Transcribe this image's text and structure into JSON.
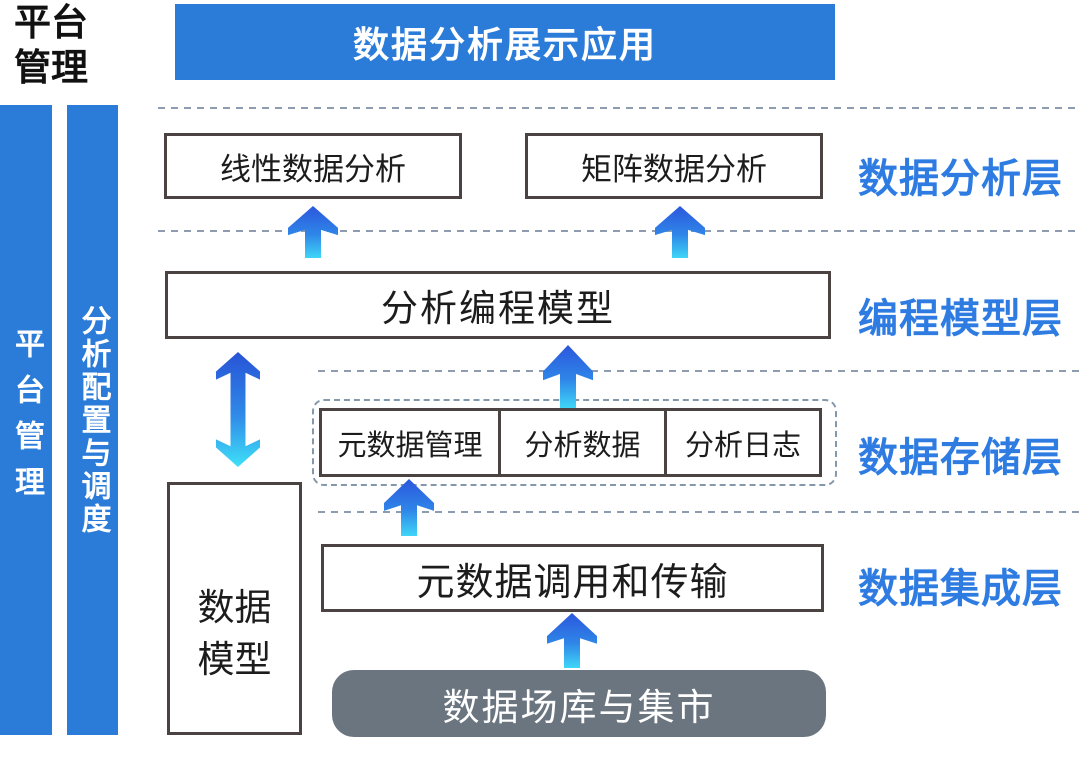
{
  "corner": {
    "line1": "平台",
    "line2": "管理"
  },
  "banner": {
    "label": "数据分析展示应用"
  },
  "sidebars": {
    "platform": "平台管理",
    "config": "分析配置与调度"
  },
  "layers": {
    "analysis": {
      "label": "数据分析层",
      "boxes": [
        "线性数据分析",
        "矩阵数据分析"
      ]
    },
    "programming": {
      "label": "编程模型层",
      "boxes": [
        "分析编程模型"
      ]
    },
    "storage": {
      "label": "数据存储层",
      "cells": [
        "元数据管理",
        "分析数据",
        "分析日志"
      ]
    },
    "integration": {
      "label": "数据集成层",
      "boxes": [
        "元数据调用和传输"
      ]
    }
  },
  "side_box": {
    "line1": "数据",
    "line2": "模型"
  },
  "source": {
    "label": "数据场库与集市"
  },
  "icons": {
    "up_arrow": "up-arrow-icon",
    "double_arrow": "double-vertical-arrow-icon"
  },
  "colors": {
    "primary_blue": "#2b7bd9",
    "label_blue": "#2e7ce2",
    "arrow_gradient_top": "#2b57dd",
    "arrow_gradient_bottom": "#3fd6f7",
    "slate_gray": "#6b7580",
    "box_border": "#4a4342",
    "dash_line": "#8d9cae"
  }
}
